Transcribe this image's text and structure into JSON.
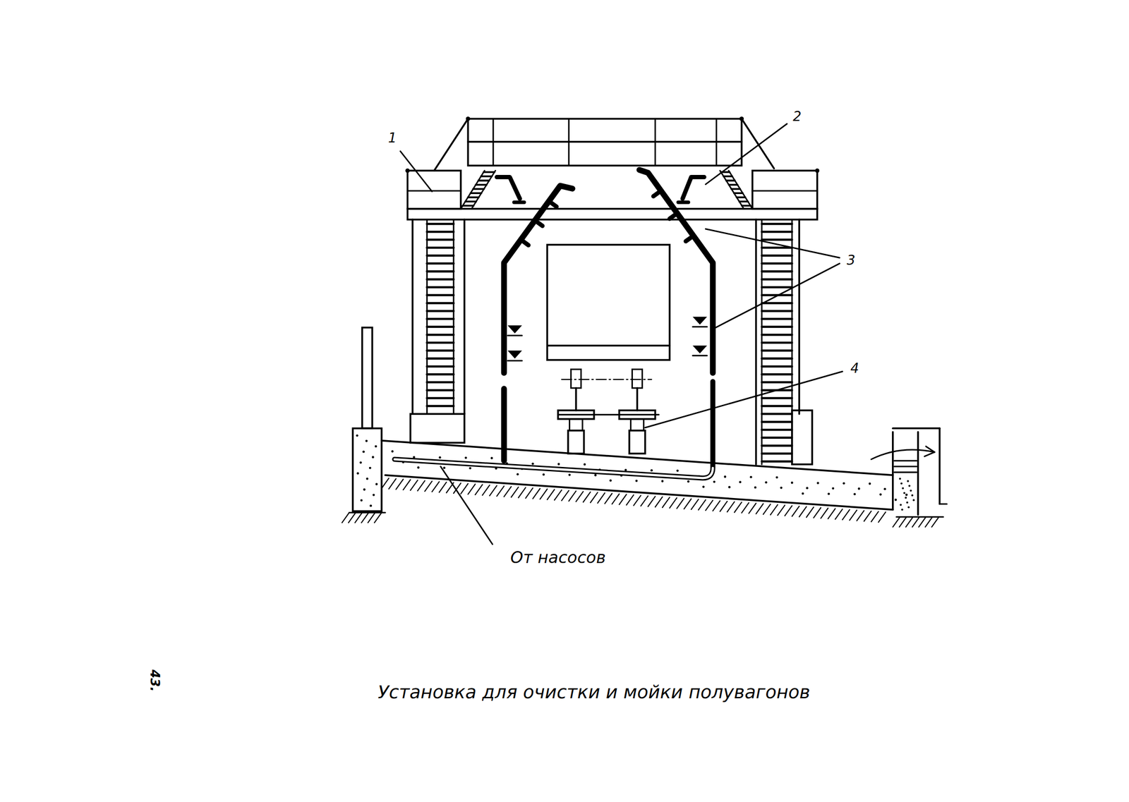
{
  "diagram": {
    "caption": "Установка для очистки и мойки полувагонов",
    "labels": [
      "1",
      "2",
      "3",
      "4",
      "От насосов",
      "43."
    ]
  }
}
